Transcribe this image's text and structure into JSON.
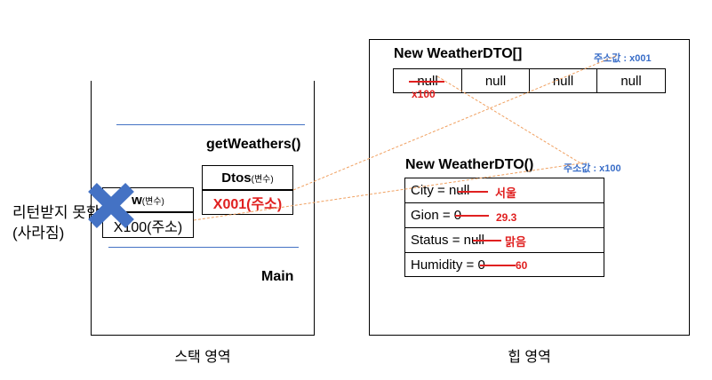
{
  "stack": {
    "label": "스택 영역",
    "method": "getWeathers()",
    "main": "Main",
    "dtos": {
      "name": "Dtos",
      "kind": "(변수)",
      "value": "X001(주소)"
    },
    "w": {
      "name": "w",
      "kind": "(변수)",
      "value": "X100(주소)"
    },
    "return_note_line1": "리턴받지 못함",
    "return_note_line2": "(사라짐)"
  },
  "heap": {
    "label": "힙 영역",
    "array": {
      "title": "New WeatherDTO[]",
      "address": "주소값 : x001",
      "cells": [
        "null",
        "null",
        "null",
        "null"
      ],
      "overwrite": "x100"
    },
    "object": {
      "title": "New WeatherDTO()",
      "address": "주소값 : x100",
      "fields": [
        {
          "name": "City = ",
          "old": "null",
          "new": "서울"
        },
        {
          "name": "Gion = ",
          "old": "0",
          "new": "29.3"
        },
        {
          "name": "Status = ",
          "old": "null",
          "new": "맑음"
        },
        {
          "name": "Humidity = ",
          "old": "0",
          "new": "60"
        }
      ]
    }
  },
  "colors": {
    "red": "#e02020",
    "blue": "#3a6ec8",
    "x_mark": "#4472c4",
    "dashed": "#f0a060"
  }
}
